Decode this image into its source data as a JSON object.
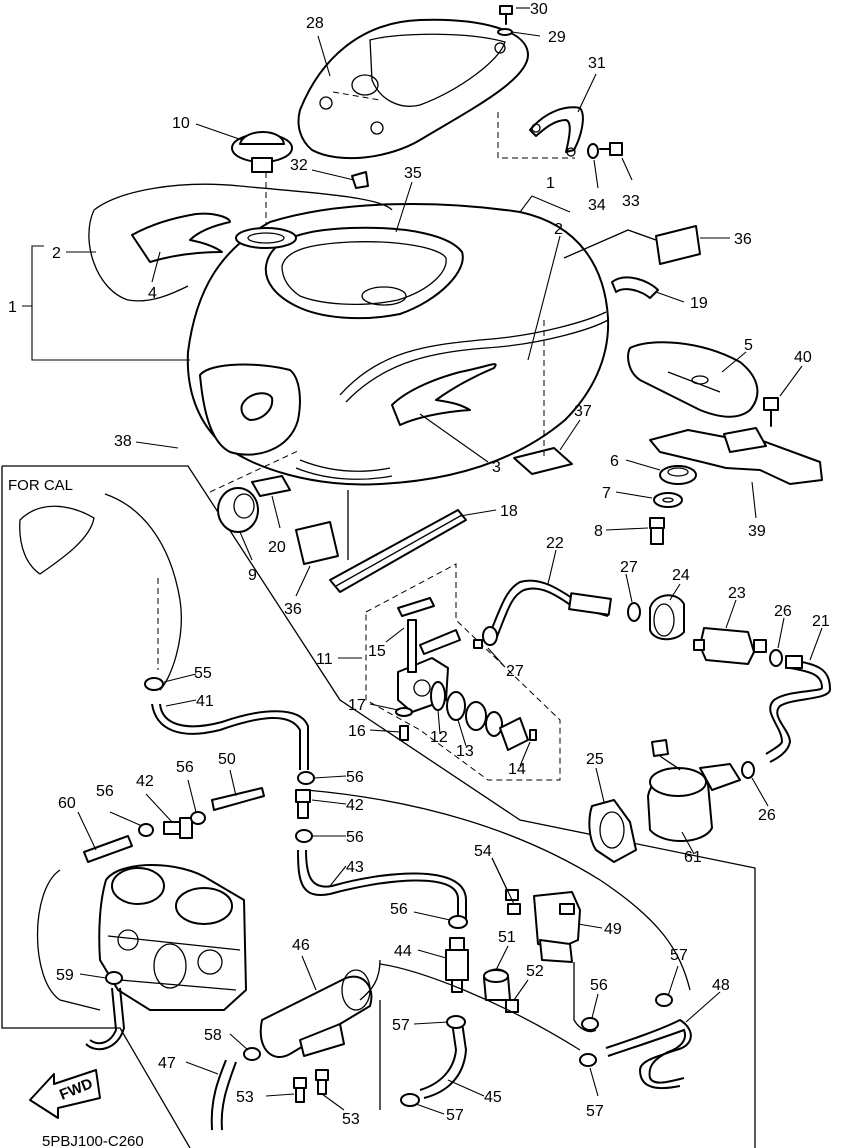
{
  "diagram": {
    "drawing_code": "5PBJ100-C260",
    "region_label": "FOR CAL",
    "fwd_label": "FWD",
    "callouts": [
      "1",
      "2",
      "3",
      "4",
      "5",
      "6",
      "7",
      "8",
      "9",
      "10",
      "11",
      "12",
      "13",
      "14",
      "15",
      "16",
      "17",
      "18",
      "19",
      "20",
      "21",
      "22",
      "23",
      "24",
      "25",
      "26",
      "27",
      "28",
      "29",
      "30",
      "31",
      "32",
      "33",
      "34",
      "35",
      "36",
      "37",
      "38",
      "39",
      "40",
      "41",
      "42",
      "43",
      "44",
      "45",
      "46",
      "47",
      "48",
      "49",
      "50",
      "51",
      "52",
      "53",
      "54",
      "55",
      "56",
      "57",
      "58",
      "59",
      "60",
      "61"
    ]
  }
}
